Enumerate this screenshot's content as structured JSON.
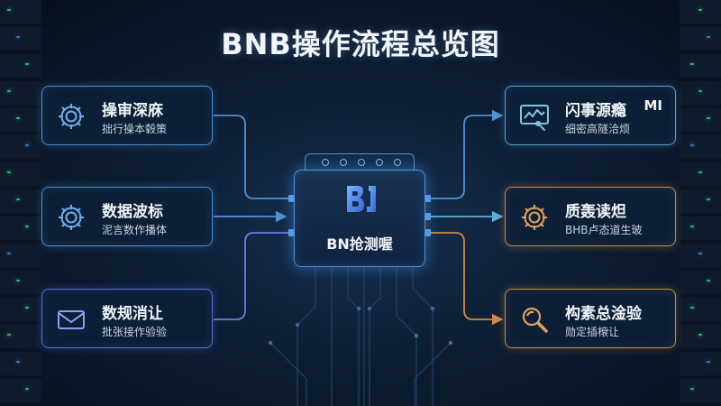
{
  "title": "BNB操作流程总览图",
  "hub": {
    "logo_text": "B",
    "label": "BN抢测喔"
  },
  "left_cards": [
    {
      "title": "操审深庥",
      "subtitle": "拙行操本毂策",
      "icon": "gear-icon"
    },
    {
      "title": "数据波标",
      "subtitle": "泥言数作播体",
      "icon": "gear-icon"
    },
    {
      "title": "数规消让",
      "subtitle": "批张接作验验",
      "icon": "envelope-icon"
    }
  ],
  "right_cards": [
    {
      "title": "闪事源瘾",
      "badge": "MI",
      "subtitle": "细密高隧洽烦",
      "icon": "monitor-chart-icon"
    },
    {
      "title": "质轰读炟",
      "subtitle": "BHB卢态道生玻",
      "icon": "gear-icon"
    },
    {
      "title": "构素总淦验",
      "subtitle": "勋定插榱让",
      "icon": "magnifier-icon"
    }
  ],
  "colors": {
    "wire_blue": "#4f93d6",
    "wire_teal": "#5fb0cf",
    "wire_orange": "#d08a45",
    "wire_indigo": "#6a7fe0"
  }
}
